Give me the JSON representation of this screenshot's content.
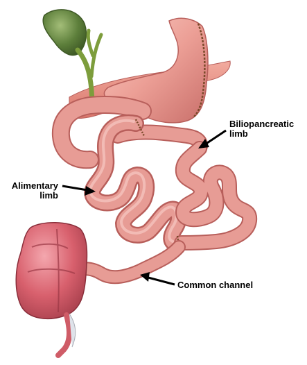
{
  "labels": {
    "biliopancreatic": {
      "line1": "Biliopancreatic",
      "line2": "limb"
    },
    "alimentary": {
      "line1": "Alimentary",
      "line2": "limb"
    },
    "common_channel": {
      "text": "Common channel"
    }
  },
  "colors": {
    "intestine": "#e79c95",
    "intestine_dark": "#b85f5b",
    "intestine_highlight": "#f6c9c3",
    "stomach": "#ec9f96",
    "pancreas": "#e58a7c",
    "gallbladder": "#5d7f3b",
    "bile_duct": "#7d9d3c",
    "cecum": "#cf5c67",
    "staples": "#7a4a2a",
    "arrow": "#000000"
  }
}
